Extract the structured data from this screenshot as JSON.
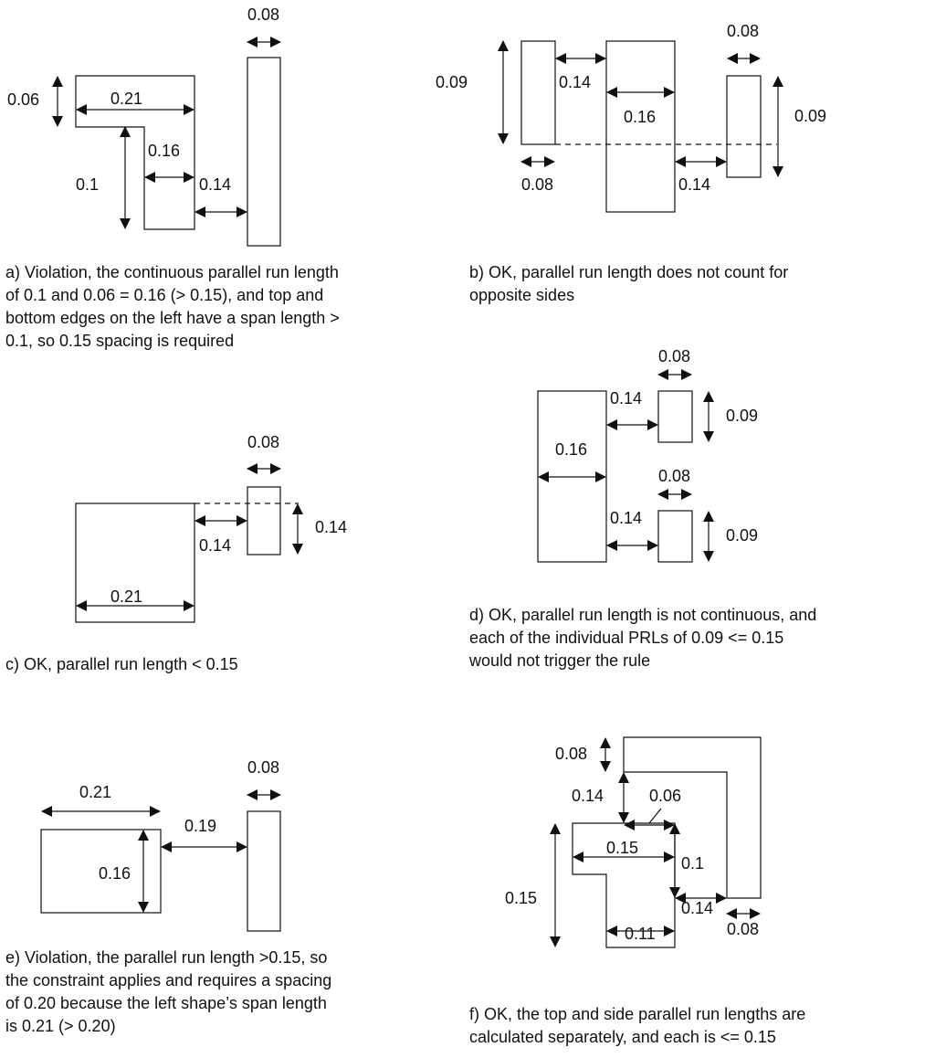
{
  "colors": {
    "ink": "#111111",
    "background": "#ffffff"
  },
  "panels": {
    "a": {
      "labels": {
        "w_right": "0.08",
        "h_top": "0.06",
        "w_top": "0.21",
        "w_stem": "0.16",
        "h_stem": "0.1",
        "spacing": "0.14"
      },
      "caption": "a) Violation, the continuous parallel run length\nof 0.1 and 0.06 = 0.16 (> 0.15), and top and\nbottom edges on the left have a span length >\n0.1, so 0.15 spacing is required"
    },
    "b": {
      "labels": {
        "h_left": "0.09",
        "w_left": "0.08",
        "spacing_left": "0.14",
        "w_middle": "0.16",
        "spacing_right": "0.14",
        "w_right": "0.08",
        "h_right": "0.09"
      },
      "caption": "b) OK, parallel run length does not count for\nopposite sides"
    },
    "c": {
      "labels": {
        "w_right": "0.08",
        "spacing": "0.14",
        "h_right": "0.14",
        "w_left": "0.21"
      },
      "caption": "c) OK, parallel run length < 0.15"
    },
    "d": {
      "labels": {
        "w_top": "0.08",
        "spacing_top": "0.14",
        "h_top": "0.09",
        "w_left": "0.16",
        "w_bottom": "0.08",
        "spacing_bottom": "0.14",
        "h_bottom": "0.09"
      },
      "caption": "d) OK, parallel run length is not continuous, and\neach of the individual PRLs of 0.09 <= 0.15\nwould not trigger the rule"
    },
    "e": {
      "labels": {
        "w_left": "0.21",
        "w_right": "0.08",
        "spacing": "0.19",
        "h_left": "0.16"
      },
      "caption": "e) Violation, the parallel run length >0.15, so\nthe constraint applies and requires a spacing\nof 0.20 because the left shape’s span length\nis 0.21 (> 0.20)"
    },
    "f": {
      "labels": {
        "h_top": "0.08",
        "spacing_top": "0.14",
        "w_notch": "0.06",
        "w_top": "0.15",
        "h_notch": "0.1",
        "h_total": "0.15",
        "spacing_side": "0.14",
        "w_right": "0.08",
        "w_stem": "0.11"
      },
      "caption": "f) OK, the top and side parallel run lengths are\ncalculated separately, and each is <= 0.15"
    }
  }
}
